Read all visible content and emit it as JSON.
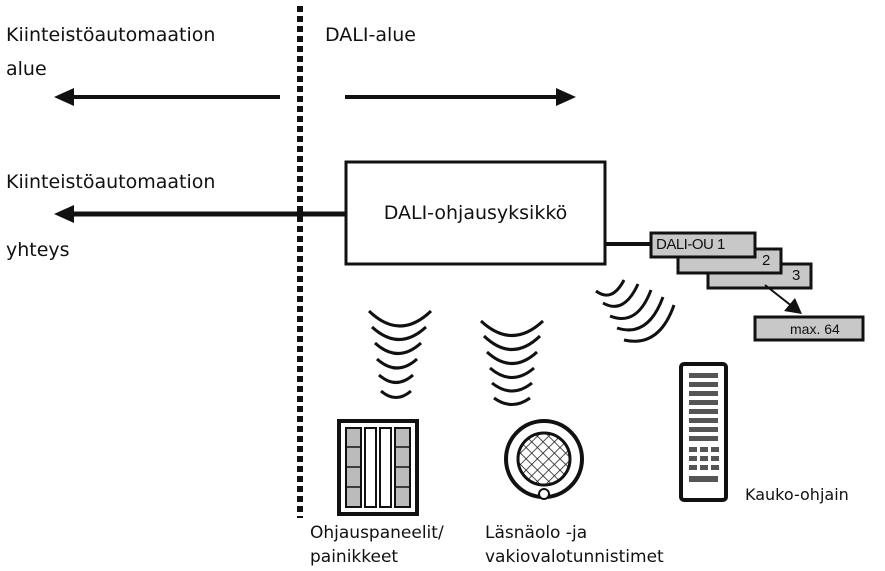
{
  "labels": {
    "building_area": [
      "Kiinteistöautomaation",
      "alue"
    ],
    "dali_area": "DALI-alue",
    "building_connection_line1": "Kiinteistöautomaation",
    "building_connection_line2": "yhteys",
    "control_unit": "DALI-ohjausyksikkö",
    "ou_units": [
      "DALI-OU 1",
      "2",
      "3"
    ],
    "ou_max": "max. 64",
    "panels": [
      "Ohjauspaneelit/",
      "painikkeet"
    ],
    "sensors": [
      "Läsnäolo -ja",
      "vakiovalotunnistimet"
    ],
    "remote": "Kauko-ohjain"
  },
  "colors": {
    "ink": "#111111",
    "unit_fill": "#c8c8c8",
    "background": "#ffffff"
  },
  "icons": [
    "signal-waves-icon",
    "control-panel-icon",
    "presence-sensor-icon",
    "remote-control-icon"
  ]
}
